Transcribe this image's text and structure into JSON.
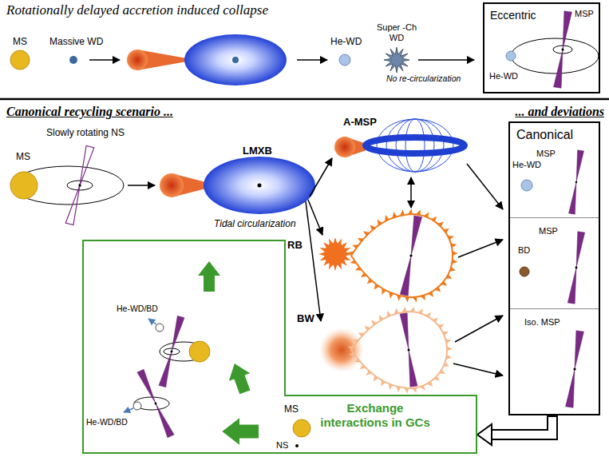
{
  "diagram": {
    "nodes": [
      {
        "text": [
          "Eccentric",
          "MSP",
          "He-WD"
        ]
      },
      {
        "text": [
          "Canonical"
        ]
      },
      {
        "text": [
          "MSP",
          "He-WD"
        ],
        "in": 1
      },
      {
        "text": [
          "MSP",
          "BD"
        ],
        "in": 1
      },
      {
        "text": [
          "Iso. MSP"
        ],
        "in": 1
      },
      {
        "text": [
          "Exchange interactions in GCs"
        ]
      }
    ],
    "edges": [
      {
        "from": 1,
        "to": 5,
        "arrow": "to"
      }
    ],
    "labels": [
      "Rotationally delayed accretion induced collapse",
      "MS",
      "Massive WD",
      "He-WD",
      "Super -Ch WD",
      "No re-circularization",
      "Canonical recycling scenario ...",
      "... and deviations",
      "Slowly rotating NS",
      "MS",
      "LMXB",
      "Tidal circularization",
      "A-MSP",
      "RB",
      "BW",
      "He-WD/BD",
      "He-WD/BD",
      "MS",
      "NS"
    ]
  }
}
